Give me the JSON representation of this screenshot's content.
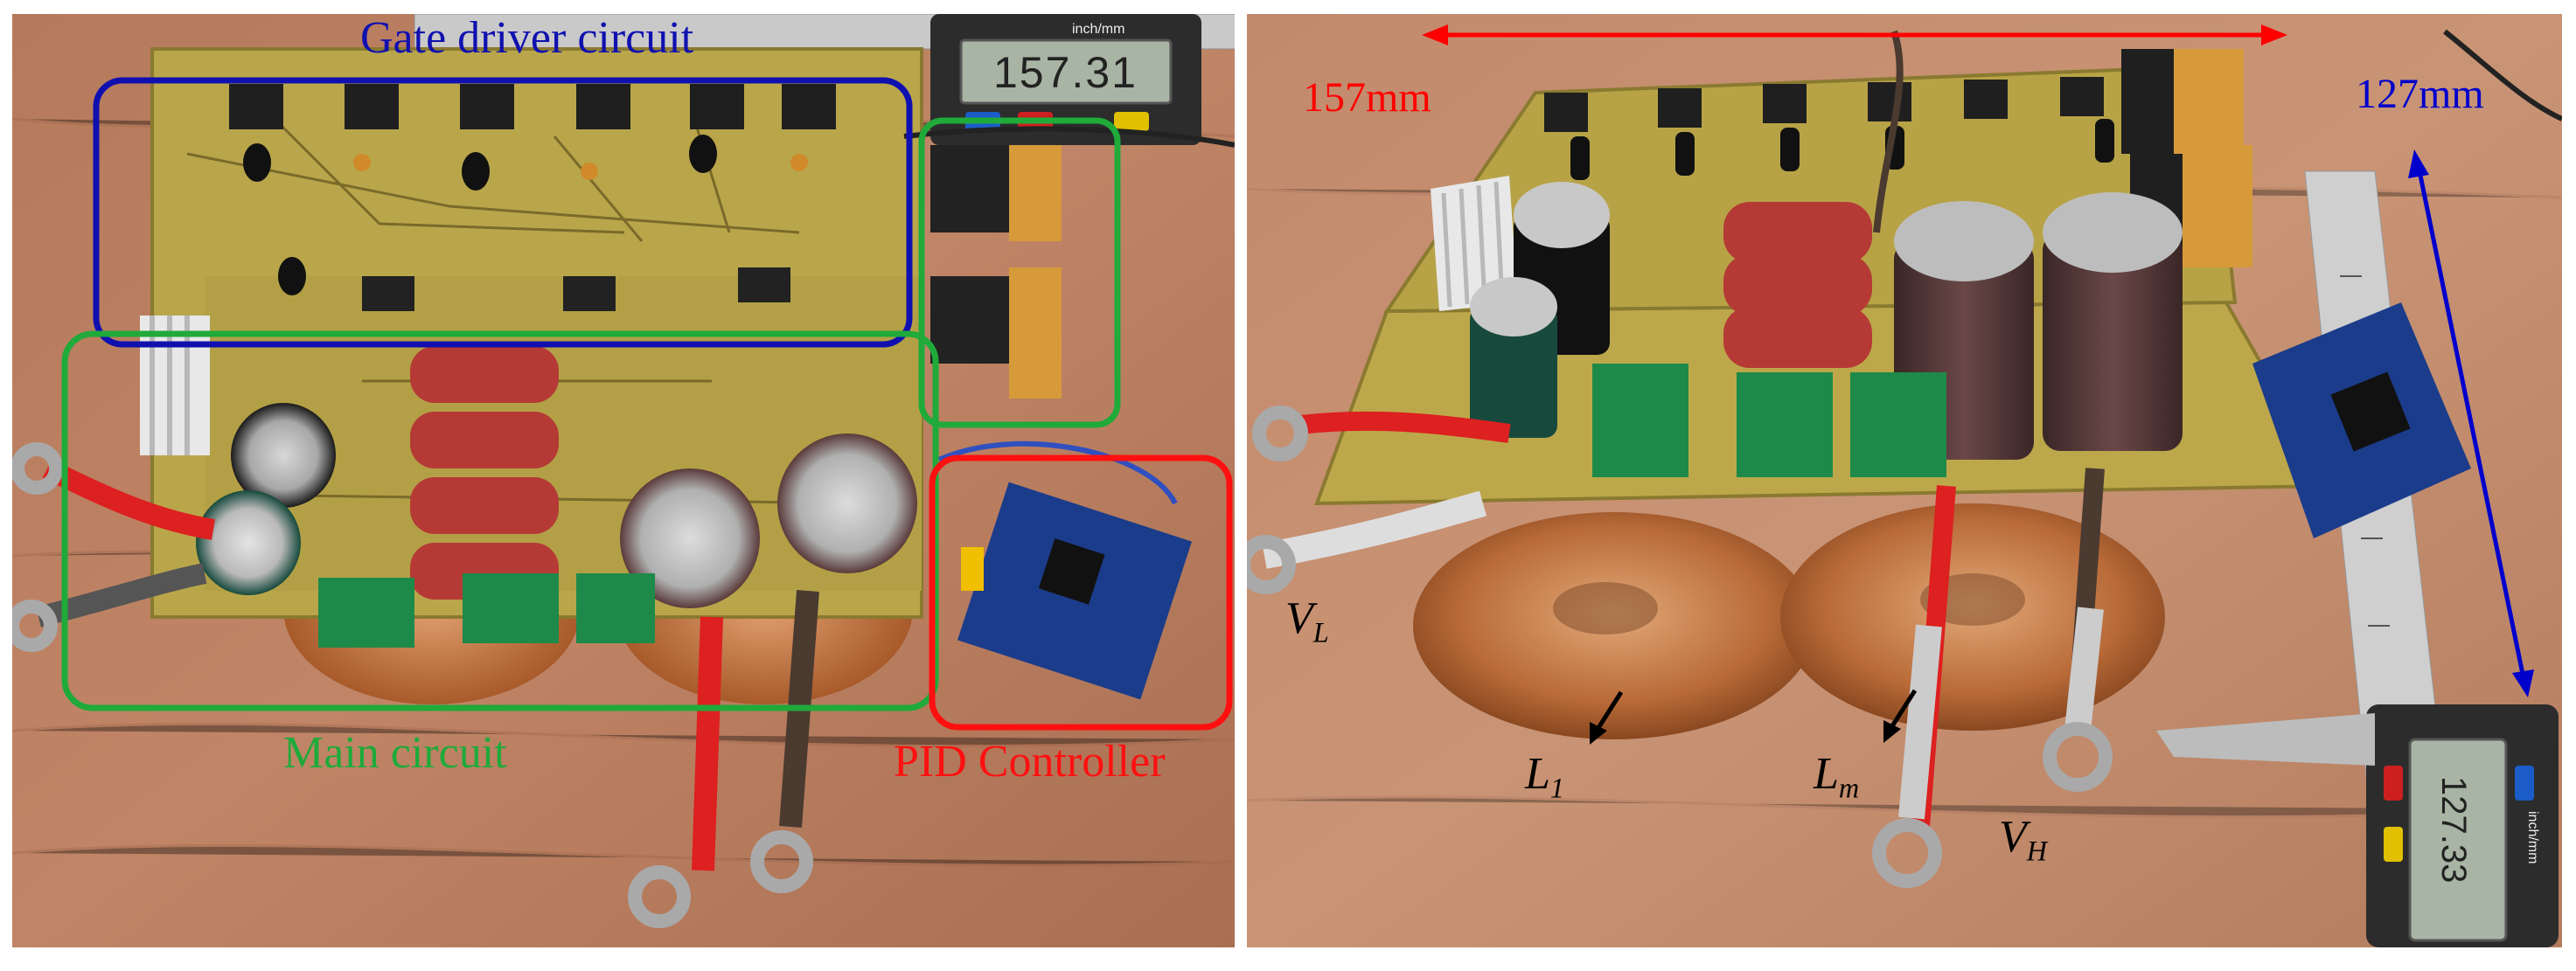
{
  "figure": {
    "left_photo": {
      "labels": {
        "gate_driver": "Gate driver circuit",
        "main_circuit": "Main circuit",
        "pid_controller": "PID Controller"
      },
      "caliper_display": "157.31",
      "caliper_unit": "inch/mm",
      "colors": {
        "gate_driver": "#1010b0",
        "main_circuit": "#1faa3a",
        "pid_controller": "#ff1010"
      }
    },
    "right_photo": {
      "dimensions": {
        "width": "157mm",
        "depth": "127mm"
      },
      "terminals": {
        "low_symbol": "V",
        "low_sub": "L",
        "high_symbol": "V",
        "high_sub": "H"
      },
      "inductors": {
        "l1_symbol": "L",
        "l1_sub": "1",
        "lm_symbol": "L",
        "lm_sub": "m"
      },
      "caliper_display": "127.33",
      "caliper_unit": "inch/mm",
      "colors": {
        "width_arrow": "#ff0000",
        "depth_arrow": "#0000cc"
      }
    }
  }
}
